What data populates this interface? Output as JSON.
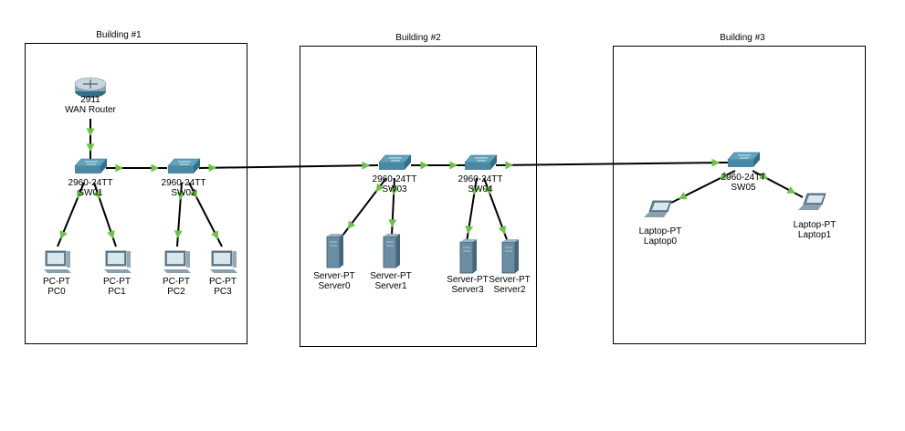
{
  "buildings": [
    {
      "id": "b1",
      "title": "Building #1"
    },
    {
      "id": "b2",
      "title": "Building #2"
    },
    {
      "id": "b3",
      "title": "Building #3"
    }
  ],
  "devices": [
    {
      "id": "router",
      "kind": "router",
      "model": "2911",
      "name": "WAN Router"
    },
    {
      "id": "sw01",
      "kind": "switch",
      "model": "2960-24TT",
      "name": "SW01"
    },
    {
      "id": "sw02",
      "kind": "switch",
      "model": "2960-24TT",
      "name": "SW02"
    },
    {
      "id": "sw03",
      "kind": "switch",
      "model": "2960-24TT",
      "name": "SW03"
    },
    {
      "id": "sw04",
      "kind": "switch",
      "model": "2960-24TT",
      "name": "SW04"
    },
    {
      "id": "sw05",
      "kind": "switch",
      "model": "2960-24TT",
      "name": "SW05"
    },
    {
      "id": "pc0",
      "kind": "pc",
      "model": "PC-PT",
      "name": "PC0"
    },
    {
      "id": "pc1",
      "kind": "pc",
      "model": "PC-PT",
      "name": "PC1"
    },
    {
      "id": "pc2",
      "kind": "pc",
      "model": "PC-PT",
      "name": "PC2"
    },
    {
      "id": "pc3",
      "kind": "pc",
      "model": "PC-PT",
      "name": "PC3"
    },
    {
      "id": "server0",
      "kind": "server",
      "model": "Server-PT",
      "name": "Server0"
    },
    {
      "id": "server1",
      "kind": "server",
      "model": "Server-PT",
      "name": "Server1"
    },
    {
      "id": "server3",
      "kind": "server",
      "model": "Server-PT",
      "name": "Server3"
    },
    {
      "id": "server2",
      "kind": "server",
      "model": "Server-PT",
      "name": "Server2"
    },
    {
      "id": "laptop0",
      "kind": "laptop",
      "model": "Laptop-PT",
      "name": "Laptop0"
    },
    {
      "id": "laptop1",
      "kind": "laptop",
      "model": "Laptop-PT",
      "name": "Laptop1"
    }
  ],
  "links": [
    {
      "from": "router",
      "to": "sw01"
    },
    {
      "from": "sw01",
      "to": "sw02"
    },
    {
      "from": "sw02",
      "to": "sw03"
    },
    {
      "from": "sw03",
      "to": "sw04"
    },
    {
      "from": "sw04",
      "to": "sw05"
    },
    {
      "from": "sw01",
      "to": "pc0"
    },
    {
      "from": "sw01",
      "to": "pc1"
    },
    {
      "from": "sw02",
      "to": "pc2"
    },
    {
      "from": "sw02",
      "to": "pc3"
    },
    {
      "from": "sw03",
      "to": "server0"
    },
    {
      "from": "sw03",
      "to": "server1"
    },
    {
      "from": "sw04",
      "to": "server3"
    },
    {
      "from": "sw04",
      "to": "server2"
    },
    {
      "from": "sw05",
      "to": "laptop0"
    },
    {
      "from": "sw05",
      "to": "laptop1"
    }
  ],
  "colors": {
    "link": "#000000",
    "link_up": "#6cc24a",
    "switch_top": "#5fa3be",
    "switch_side": "#2f6f8a",
    "router_body": "#8fa4b3",
    "device_body": "#6b8da3"
  },
  "icons": {
    "router": "router-icon",
    "switch": "switch-icon",
    "pc": "pc-icon",
    "server": "server-icon",
    "laptop": "laptop-icon"
  }
}
